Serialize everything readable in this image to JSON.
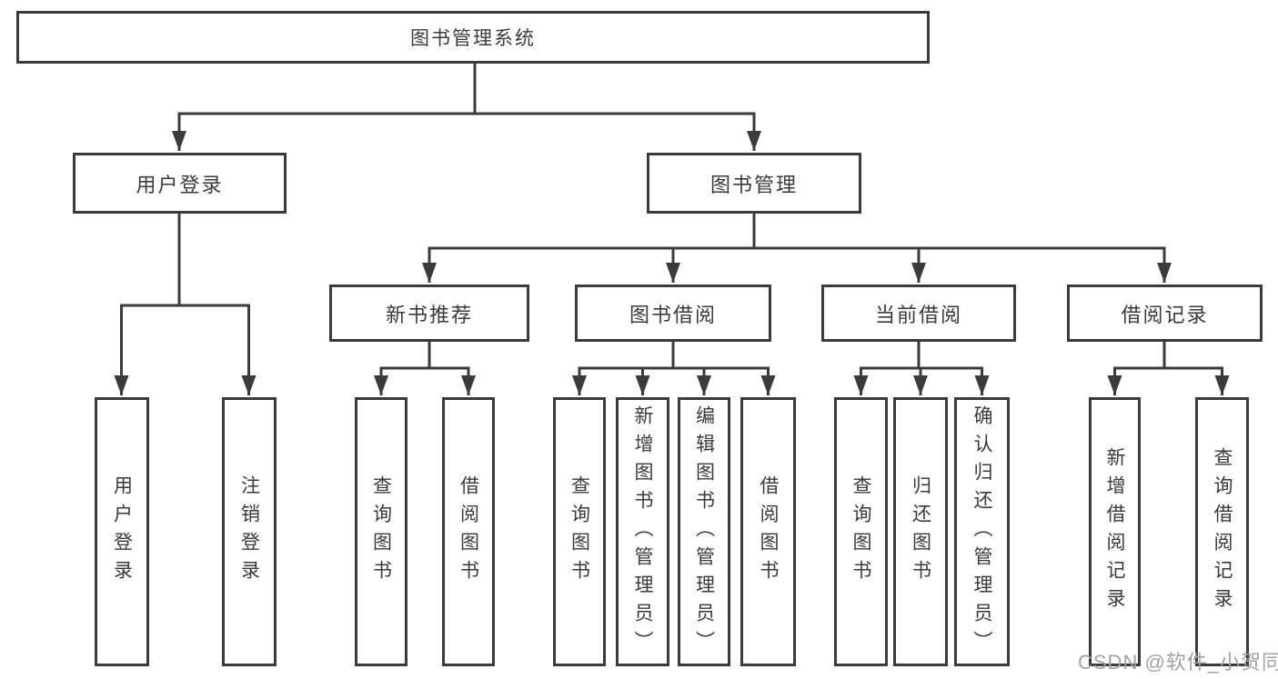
{
  "diagram": {
    "tree": {
      "label": "图书管理系统",
      "children": [
        {
          "label": "用户登录",
          "children": [
            {
              "label": "用户登录"
            },
            {
              "label": "注销登录"
            }
          ]
        },
        {
          "label": "图书管理",
          "children": [
            {
              "label": "新书推荐",
              "children": [
                {
                  "label": "查询图书"
                },
                {
                  "label": "借阅图书"
                }
              ]
            },
            {
              "label": "图书借阅",
              "children": [
                {
                  "label": "查询图书"
                },
                {
                  "label": "新增图书（管理员）"
                },
                {
                  "label": "编辑图书（管理员）"
                },
                {
                  "label": "借阅图书"
                }
              ]
            },
            {
              "label": "当前借阅",
              "children": [
                {
                  "label": "查询图书"
                },
                {
                  "label": "归还图书"
                },
                {
                  "label": "确认归还（管理员）"
                }
              ]
            },
            {
              "label": "借阅记录",
              "children": [
                {
                  "label": "新增借阅记录"
                },
                {
                  "label": "查询借阅记录"
                }
              ]
            }
          ]
        }
      ]
    },
    "colors": {
      "line": "#3b3b3b",
      "box_border": "#3b3b3b",
      "text": "#3a3a3a",
      "background": "#ffffff",
      "watermark": "#a2a2a2"
    }
  },
  "watermark": {
    "text": "CSDN @软件_小贺同学"
  }
}
